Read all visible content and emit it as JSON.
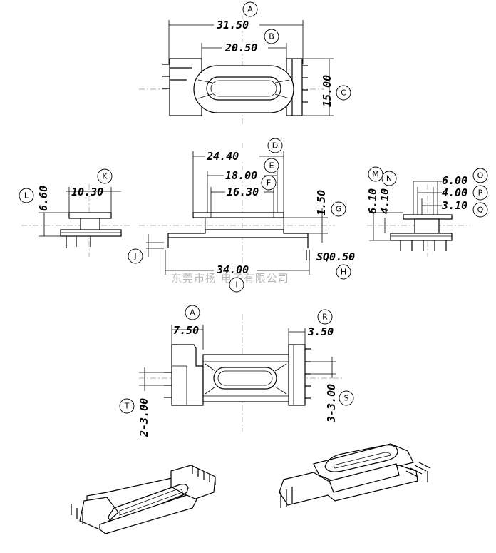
{
  "dimensions": {
    "top_width": "31.50",
    "top_inner": "20.50",
    "top_height": "15.00",
    "side_width": "10.30",
    "side_height": "6.60",
    "front_d": "24.40",
    "front_e": "18.00",
    "front_f": "16.30",
    "front_g": "1.50",
    "front_total": "34.00",
    "pin_square": "SQ0.50",
    "right_o": "6.00",
    "right_p": "4.00",
    "right_q": "3.10",
    "right_m": "6.10",
    "right_n": "4.10",
    "bottom_left": "7.50",
    "bottom_right": "3.50",
    "pitch_left": "2-3.00",
    "pitch_right": "3-3.00"
  },
  "labels": {
    "A": "A",
    "B": "B",
    "C": "C",
    "D": "D",
    "E": "E",
    "F": "F",
    "G": "G",
    "H": "H",
    "I": "I",
    "J": "J",
    "K": "K",
    "L": "L",
    "M": "M",
    "N": "N",
    "O": "O",
    "P": "P",
    "Q": "Q",
    "R": "R",
    "S": "S",
    "T": "T"
  },
  "watermark": "东莞市扬   电子有限公司"
}
